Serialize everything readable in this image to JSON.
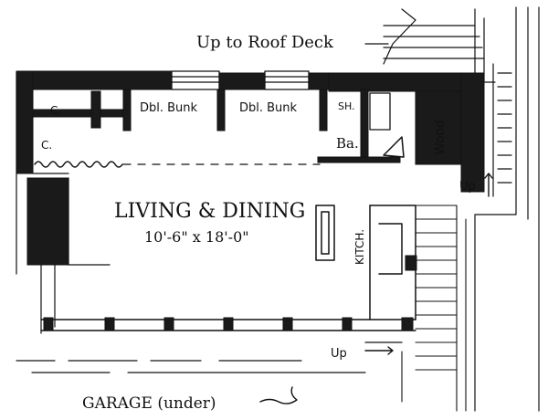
{
  "labels": {
    "roof_deck": "Up to Roof Deck",
    "closet_1": "C.",
    "closet_2": "C.",
    "bunk_1": "Dbl. Bunk",
    "bunk_2": "Dbl. Bunk",
    "shower": "SH.",
    "bath": "Ba.",
    "wood": "Wood",
    "room_name": "LIVING & DINING",
    "room_size": "10'-6\" x 18'-0\"",
    "kitchen": "KITCH.",
    "up_right": "Up",
    "up_bottom": "Up",
    "garage": "GARAGE (under)"
  }
}
